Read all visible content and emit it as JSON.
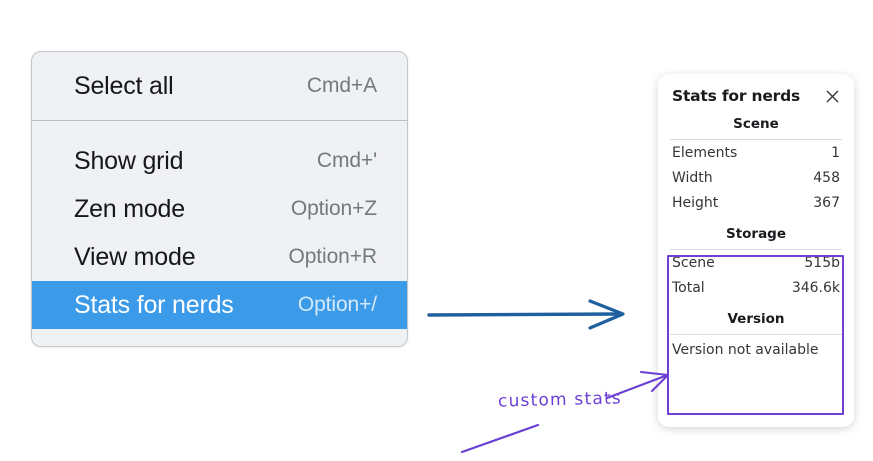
{
  "context_menu": {
    "name": "context-menu",
    "groups": [
      {
        "items": [
          {
            "label": "Select all",
            "shortcut": "Cmd+A",
            "selected": false
          }
        ]
      },
      {
        "items": [
          {
            "label": "Show grid",
            "shortcut": "Cmd+'",
            "selected": false
          },
          {
            "label": "Zen mode",
            "shortcut": "Option+Z",
            "selected": false
          },
          {
            "label": "View mode",
            "shortcut": "Option+R",
            "selected": false
          },
          {
            "label": "Stats for nerds",
            "shortcut": "Option+/",
            "selected": true
          }
        ]
      }
    ]
  },
  "stats_panel": {
    "title": "Stats for nerds",
    "close_icon": "close-icon",
    "sections": [
      {
        "heading": "Scene",
        "rows": [
          {
            "key": "Elements",
            "value": "1"
          },
          {
            "key": "Width",
            "value": "458"
          },
          {
            "key": "Height",
            "value": "367"
          }
        ]
      },
      {
        "heading": "Storage",
        "rows": [
          {
            "key": "Scene",
            "value": "515b"
          },
          {
            "key": "Total",
            "value": "346.6k"
          }
        ]
      },
      {
        "heading": "Version",
        "note": "Version not available",
        "rows": []
      }
    ]
  },
  "annotations": {
    "label": "custom stats",
    "arrow_blue_name": "blue-arrow-to-panel",
    "arrow_purple_name": "purple-arrow-to-storage"
  },
  "colors": {
    "menu_background": "#f0f1f3",
    "menu_border": "#c2c7cd",
    "selection_blue": "#3b9be9",
    "annotation_purple": "#6b3fd4",
    "arrow_blue": "#1f5f9e",
    "text_primary": "#15171a",
    "text_muted": "#75797f"
  }
}
